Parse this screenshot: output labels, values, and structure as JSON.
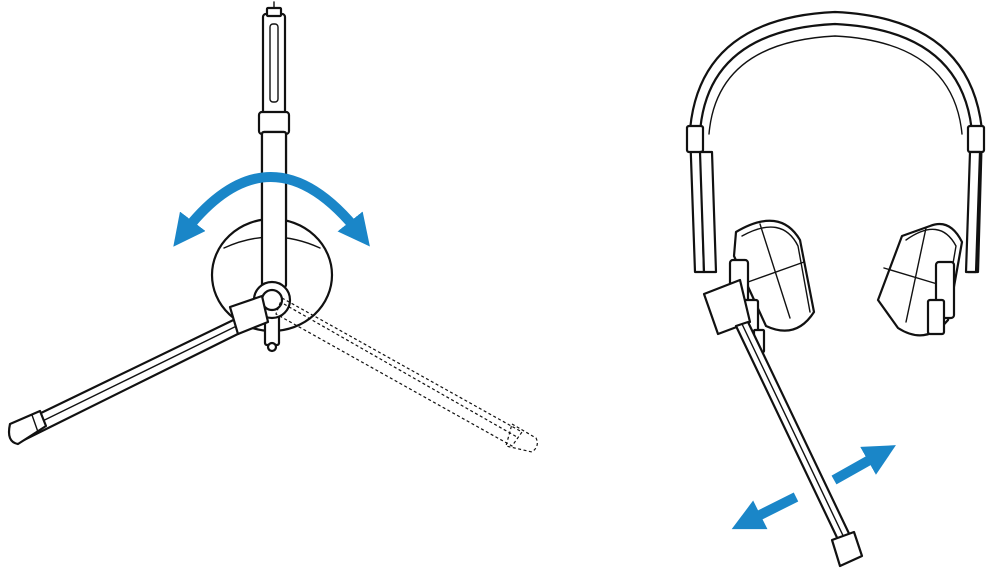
{
  "diagram": {
    "panels": [
      {
        "id": "left",
        "subject": "single-ear-headset-top-view",
        "motion": "boom-rotation"
      },
      {
        "id": "right",
        "subject": "stereo-headset-front-view",
        "motion": "boom-extension"
      }
    ],
    "icons": {
      "rotation_arrow": "curved-double-arrow-icon",
      "left_arrow": "arrow-down-left-icon",
      "right_arrow": "arrow-up-right-icon"
    },
    "colors": {
      "accent": "#1a86c8",
      "line": "#111111",
      "background": "#ffffff"
    }
  }
}
